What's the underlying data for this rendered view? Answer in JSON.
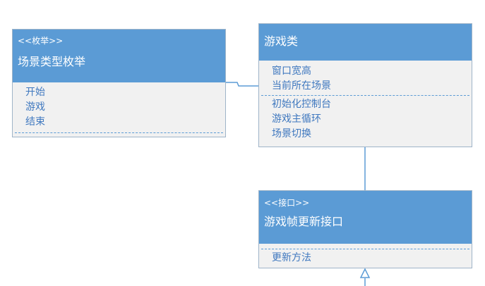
{
  "enum_box": {
    "stereotype": "<<枚举>>",
    "name": "场景类型枚举",
    "items": [
      "开始",
      "游戏",
      "结束"
    ]
  },
  "game_class": {
    "name": "游戏类",
    "attributes": [
      "窗口宽高",
      "当前所在场景"
    ],
    "methods": [
      "初始化控制台",
      "游戏主循环",
      "场景切换"
    ]
  },
  "interface_box": {
    "stereotype": "<<接口>>",
    "name": "游戏帧更新接口",
    "methods": [
      "更新方法"
    ]
  },
  "colors": {
    "header": "#5b9bd5",
    "body": "#f1f1f1",
    "text": "#3f78bf",
    "line": "#5b9bd5"
  }
}
